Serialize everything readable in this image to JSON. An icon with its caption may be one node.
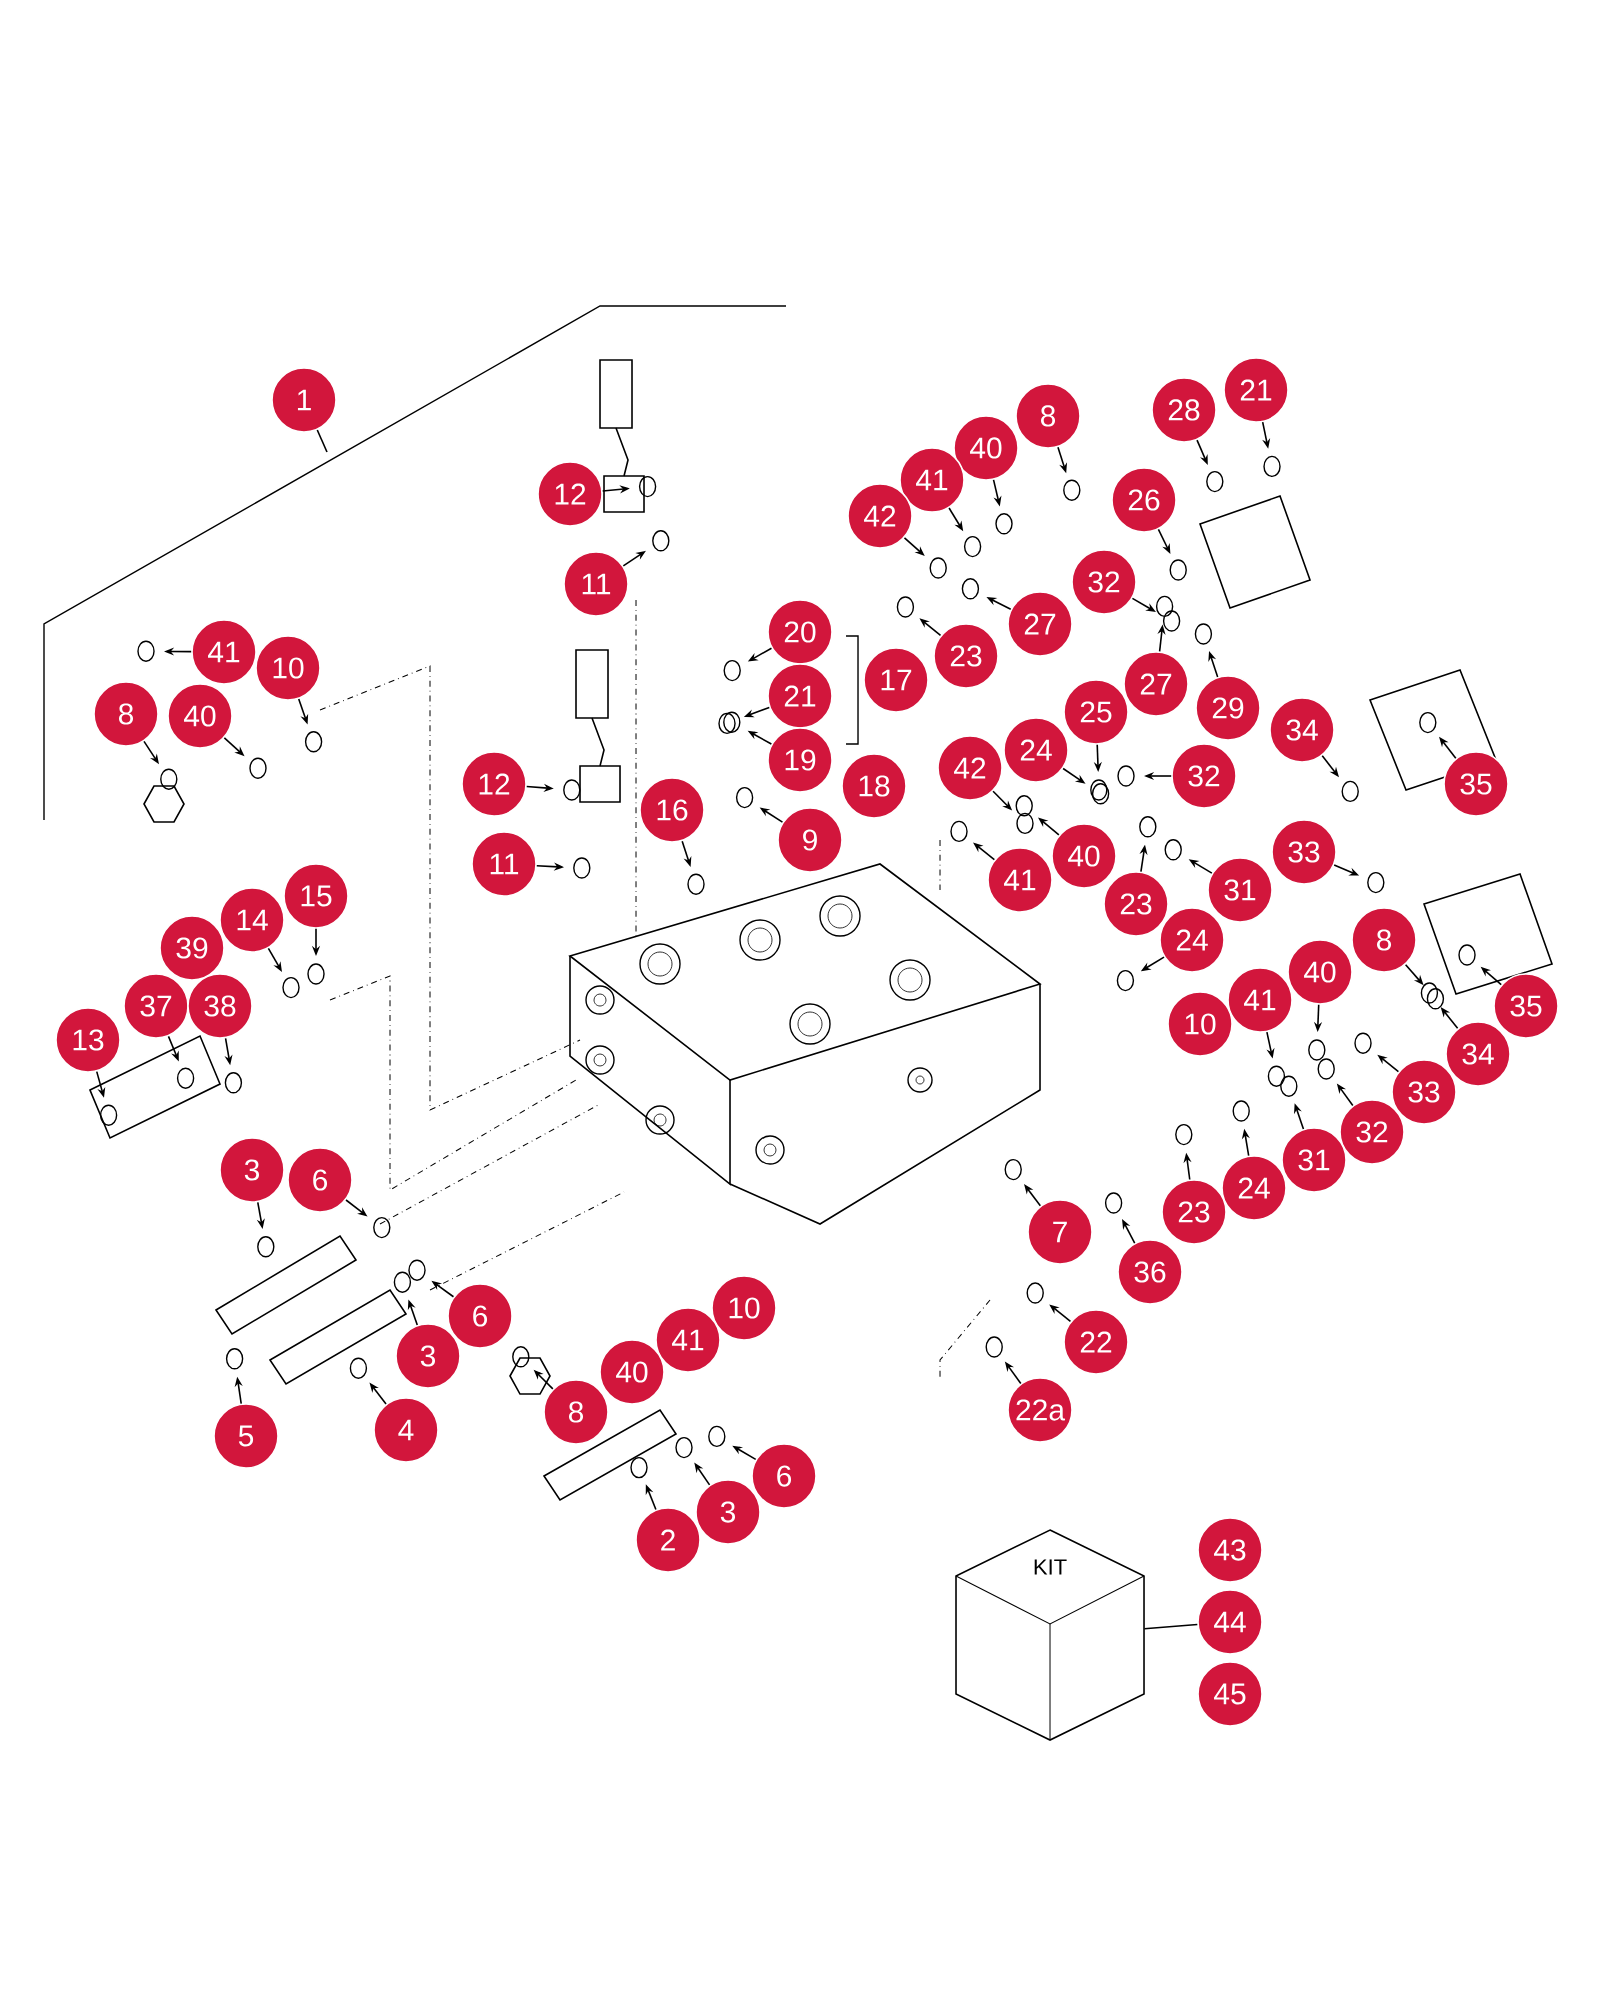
{
  "diagram": {
    "nodes": [
      {
        "text": [
          "1"
        ]
      },
      {
        "text": [
          "21"
        ]
      },
      {
        "text": [
          "28"
        ]
      },
      {
        "text": [
          "8"
        ]
      },
      {
        "text": [
          "40"
        ]
      },
      {
        "text": [
          "41"
        ]
      },
      {
        "text": [
          "42"
        ]
      },
      {
        "text": [
          "12"
        ]
      },
      {
        "text": [
          "26"
        ]
      },
      {
        "text": [
          "11"
        ]
      },
      {
        "text": [
          "32"
        ]
      },
      {
        "text": [
          "27"
        ]
      },
      {
        "text": [
          "20"
        ]
      },
      {
        "text": [
          "41"
        ]
      },
      {
        "text": [
          "10"
        ]
      },
      {
        "text": [
          "17"
        ]
      },
      {
        "text": [
          "23"
        ]
      },
      {
        "text": [
          "27"
        ]
      },
      {
        "text": [
          "21"
        ]
      },
      {
        "text": [
          "40"
        ]
      },
      {
        "text": [
          "8"
        ]
      },
      {
        "text": [
          "29"
        ]
      },
      {
        "text": [
          "25"
        ]
      },
      {
        "text": [
          "19"
        ]
      },
      {
        "text": [
          "34"
        ]
      },
      {
        "text": [
          "42"
        ]
      },
      {
        "text": [
          "24"
        ]
      },
      {
        "text": [
          "18"
        ]
      },
      {
        "text": [
          "12"
        ]
      },
      {
        "text": [
          "32"
        ]
      },
      {
        "text": [
          "35"
        ]
      },
      {
        "text": [
          "16"
        ]
      },
      {
        "text": [
          "9"
        ]
      },
      {
        "text": [
          "11"
        ]
      },
      {
        "text": [
          "33"
        ]
      },
      {
        "text": [
          "40"
        ]
      },
      {
        "text": [
          "41"
        ]
      },
      {
        "text": [
          "31"
        ]
      },
      {
        "text": [
          "15"
        ]
      },
      {
        "text": [
          "23"
        ]
      },
      {
        "text": [
          "14"
        ]
      },
      {
        "text": [
          "39"
        ]
      },
      {
        "text": [
          "24"
        ]
      },
      {
        "text": [
          "8"
        ]
      },
      {
        "text": [
          "37"
        ]
      },
      {
        "text": [
          "40"
        ]
      },
      {
        "text": [
          "38"
        ]
      },
      {
        "text": [
          "41"
        ]
      },
      {
        "text": [
          "35"
        ]
      },
      {
        "text": [
          "10"
        ]
      },
      {
        "text": [
          "13"
        ]
      },
      {
        "text": [
          "34"
        ]
      },
      {
        "text": [
          "33"
        ]
      },
      {
        "text": [
          "32"
        ]
      },
      {
        "text": [
          "31"
        ]
      },
      {
        "text": [
          "3"
        ]
      },
      {
        "text": [
          "6"
        ]
      },
      {
        "text": [
          "24"
        ]
      },
      {
        "text": [
          "23"
        ]
      },
      {
        "text": [
          "36"
        ]
      },
      {
        "text": [
          "7"
        ]
      },
      {
        "text": [
          "6"
        ]
      },
      {
        "text": [
          "10"
        ]
      },
      {
        "text": [
          "22"
        ]
      },
      {
        "text": [
          "3"
        ]
      },
      {
        "text": [
          "41"
        ]
      },
      {
        "text": [
          "40"
        ]
      },
      {
        "text": [
          "8"
        ]
      },
      {
        "text": [
          "22a"
        ]
      },
      {
        "text": [
          "4"
        ]
      },
      {
        "text": [
          "5"
        ]
      },
      {
        "text": [
          "6"
        ]
      },
      {
        "text": [
          "3"
        ]
      },
      {
        "text": [
          "2"
        ]
      },
      {
        "text": [
          "43"
        ]
      },
      {
        "text": [
          "44"
        ]
      },
      {
        "text": [
          "45"
        ]
      },
      {
        "text": [
          "KIT"
        ]
      }
    ],
    "edges": [
      {
        "from": 0,
        "to": null,
        "arrow": "none"
      },
      {
        "from": 1,
        "to": null,
        "arrow": "to"
      },
      {
        "from": 2,
        "to": null,
        "arrow": "to"
      },
      {
        "from": 3,
        "to": null,
        "arrow": "to"
      },
      {
        "from": 4,
        "to": null,
        "arrow": "to"
      },
      {
        "from": 5,
        "to": null,
        "arrow": "to"
      },
      {
        "from": 6,
        "to": null,
        "arrow": "to"
      },
      {
        "from": 7,
        "to": null,
        "arrow": "to"
      },
      {
        "from": 8,
        "to": null,
        "arrow": "to"
      },
      {
        "from": 9,
        "to": null,
        "arrow": "to"
      },
      {
        "from": 10,
        "to": null,
        "arrow": "to"
      },
      {
        "from": 11,
        "to": null,
        "arrow": "to"
      },
      {
        "from": 12,
        "to": null,
        "arrow": "to"
      },
      {
        "from": 13,
        "to": null,
        "arrow": "to"
      },
      {
        "from": 14,
        "to": null,
        "arrow": "to"
      },
      {
        "from": 16,
        "to": null,
        "arrow": "to"
      },
      {
        "from": 17,
        "to": null,
        "arrow": "to"
      },
      {
        "from": 18,
        "to": null,
        "arrow": "to"
      },
      {
        "from": 19,
        "to": null,
        "arrow": "to"
      },
      {
        "from": 20,
        "to": null,
        "arrow": "to"
      },
      {
        "from": 21,
        "to": null,
        "arrow": "to"
      },
      {
        "from": 22,
        "to": null,
        "arrow": "to"
      },
      {
        "from": 23,
        "to": null,
        "arrow": "to"
      },
      {
        "from": 24,
        "to": null,
        "arrow": "to"
      },
      {
        "from": 25,
        "to": null,
        "arrow": "to"
      },
      {
        "from": 26,
        "to": null,
        "arrow": "to"
      },
      {
        "from": 28,
        "to": null,
        "arrow": "to"
      },
      {
        "from": 29,
        "to": null,
        "arrow": "to"
      },
      {
        "from": 30,
        "to": null,
        "arrow": "to"
      },
      {
        "from": 31,
        "to": null,
        "arrow": "to"
      },
      {
        "from": 32,
        "to": null,
        "arrow": "to"
      },
      {
        "from": 33,
        "to": null,
        "arrow": "to"
      },
      {
        "from": 34,
        "to": null,
        "arrow": "to"
      },
      {
        "from": 35,
        "to": null,
        "arrow": "to"
      },
      {
        "from": 36,
        "to": null,
        "arrow": "to"
      },
      {
        "from": 37,
        "to": null,
        "arrow": "to"
      },
      {
        "from": 38,
        "to": null,
        "arrow": "to"
      },
      {
        "from": 39,
        "to": null,
        "arrow": "to"
      },
      {
        "from": 40,
        "to": null,
        "arrow": "to"
      },
      {
        "from": 42,
        "to": null,
        "arrow": "to"
      },
      {
        "from": 43,
        "to": null,
        "arrow": "to"
      },
      {
        "from": 44,
        "to": null,
        "arrow": "to"
      },
      {
        "from": 45,
        "to": null,
        "arrow": "to"
      },
      {
        "from": 46,
        "to": null,
        "arrow": "to"
      },
      {
        "from": 47,
        "to": null,
        "arrow": "to"
      },
      {
        "from": 48,
        "to": null,
        "arrow": "to"
      },
      {
        "from": 50,
        "to": null,
        "arrow": "to"
      },
      {
        "from": 51,
        "to": null,
        "arrow": "to"
      },
      {
        "from": 52,
        "to": null,
        "arrow": "to"
      },
      {
        "from": 53,
        "to": null,
        "arrow": "to"
      },
      {
        "from": 54,
        "to": null,
        "arrow": "to"
      },
      {
        "from": 55,
        "to": null,
        "arrow": "to"
      },
      {
        "from": 56,
        "to": null,
        "arrow": "to"
      },
      {
        "from": 57,
        "to": null,
        "arrow": "to"
      },
      {
        "from": 58,
        "to": null,
        "arrow": "to"
      },
      {
        "from": 59,
        "to": null,
        "arrow": "to"
      },
      {
        "from": 60,
        "to": null,
        "arrow": "to"
      },
      {
        "from": 61,
        "to": null,
        "arrow": "to"
      },
      {
        "from": 63,
        "to": null,
        "arrow": "to"
      },
      {
        "from": 64,
        "to": null,
        "arrow": "to"
      },
      {
        "from": 67,
        "to": null,
        "arrow": "to"
      },
      {
        "from": 68,
        "to": null,
        "arrow": "to"
      },
      {
        "from": 69,
        "to": null,
        "arrow": "to"
      },
      {
        "from": 70,
        "to": null,
        "arrow": "to"
      },
      {
        "from": 71,
        "to": null,
        "arrow": "to"
      },
      {
        "from": 72,
        "to": null,
        "arrow": "to"
      },
      {
        "from": 73,
        "to": null,
        "arrow": "to"
      },
      {
        "from": 75,
        "to": 77,
        "arrow": "none"
      }
    ]
  }
}
